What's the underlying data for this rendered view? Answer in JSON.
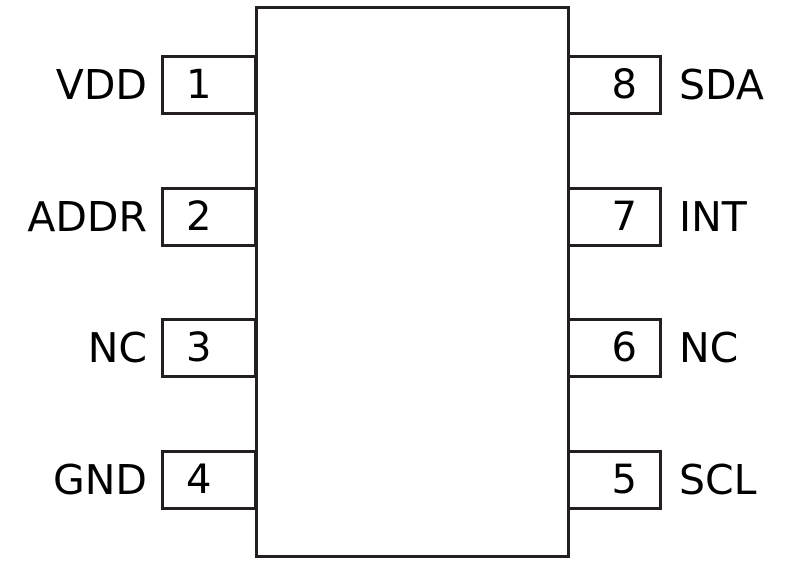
{
  "diagram": {
    "type": "ic-pinout",
    "package_pin_count": 8,
    "body": {
      "fill_color": "#ffffff",
      "stroke_color": "#231f20"
    },
    "pins": {
      "left": [
        {
          "number": "1",
          "label": "VDD"
        },
        {
          "number": "2",
          "label": "ADDR"
        },
        {
          "number": "3",
          "label": "NC"
        },
        {
          "number": "4",
          "label": "GND"
        }
      ],
      "right": [
        {
          "number": "8",
          "label": "SDA"
        },
        {
          "number": "7",
          "label": "INT"
        },
        {
          "number": "6",
          "label": "NC"
        },
        {
          "number": "5",
          "label": "SCL"
        }
      ]
    }
  }
}
